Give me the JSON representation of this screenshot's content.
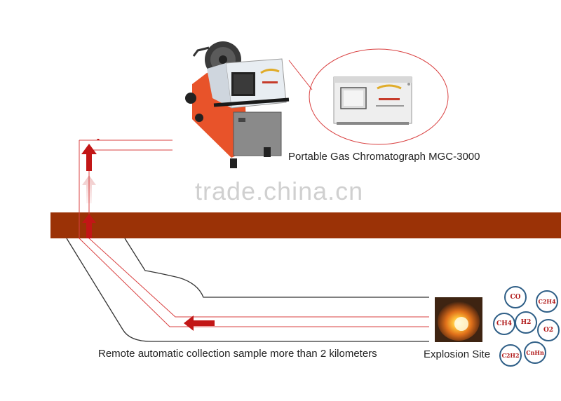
{
  "instrument_label": "Portable Gas Chromatograph MGC-3000",
  "collection_label": "Remote automatic collection sample more than 2 kilometers",
  "site_label": "Explosion Site",
  "watermark": "trade.china.cn",
  "gases": [
    "CO",
    "C2H4",
    "H2",
    "CH4",
    "O2",
    "C2H2",
    "CnHn"
  ],
  "colors": {
    "ground": "#9b3206",
    "pipe_line": "#d94040",
    "arrow": "#c21616",
    "gas_border": "#2f5f87",
    "gas_text": "#b01818",
    "machine_body": "#e8532a"
  }
}
